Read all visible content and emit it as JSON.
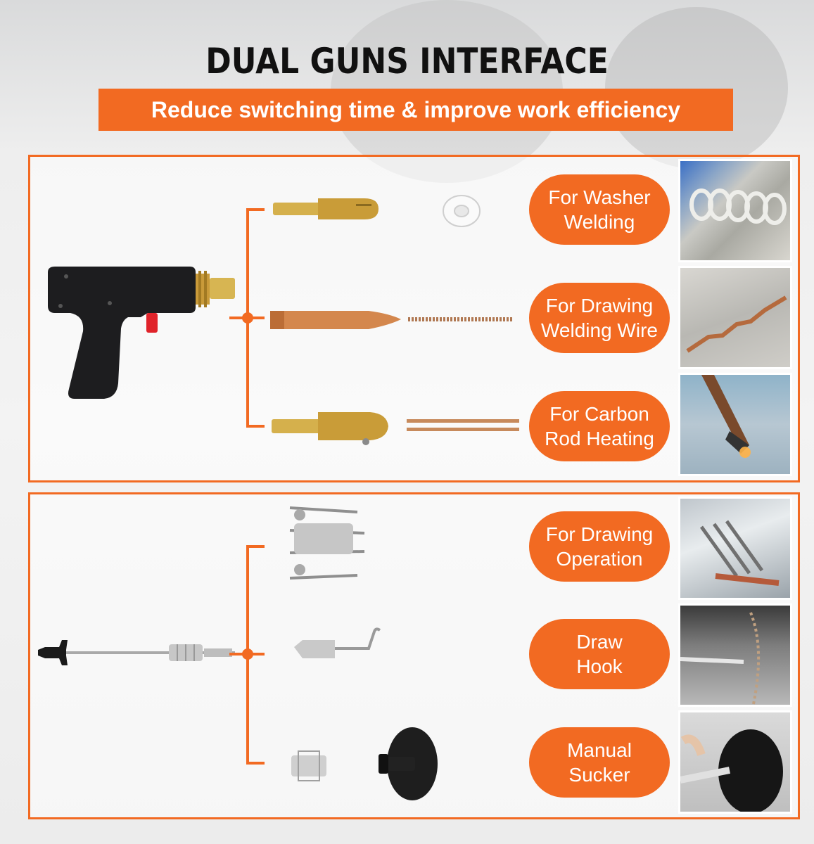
{
  "header": {
    "title": "DUAL GUNS INTERFACE",
    "subtitle": "Reduce switching time & improve work efficiency"
  },
  "colors": {
    "accent": "#f26a22",
    "panel_border": "#f26a22",
    "text_dark": "#111111"
  },
  "spot_welder_gun": {
    "uses": [
      {
        "line1": "For Washer",
        "line2": "Welding",
        "icon": "washer-tip-icon"
      },
      {
        "line1": "For Drawing",
        "line2": "Welding Wire",
        "icon": "wire-tip-icon"
      },
      {
        "line1": "For Carbon",
        "line2": "Rod Heating",
        "icon": "carbon-rod-tip-icon"
      }
    ]
  },
  "slide_hammer": {
    "uses": [
      {
        "line1": "For Drawing",
        "line2": "Operation",
        "icon": "claw-puller-icon"
      },
      {
        "line1": "Draw",
        "line2": "Hook",
        "icon": "hook-icon"
      },
      {
        "line1": "Manual",
        "line2": "Sucker",
        "icon": "suction-cup-icon"
      }
    ]
  }
}
